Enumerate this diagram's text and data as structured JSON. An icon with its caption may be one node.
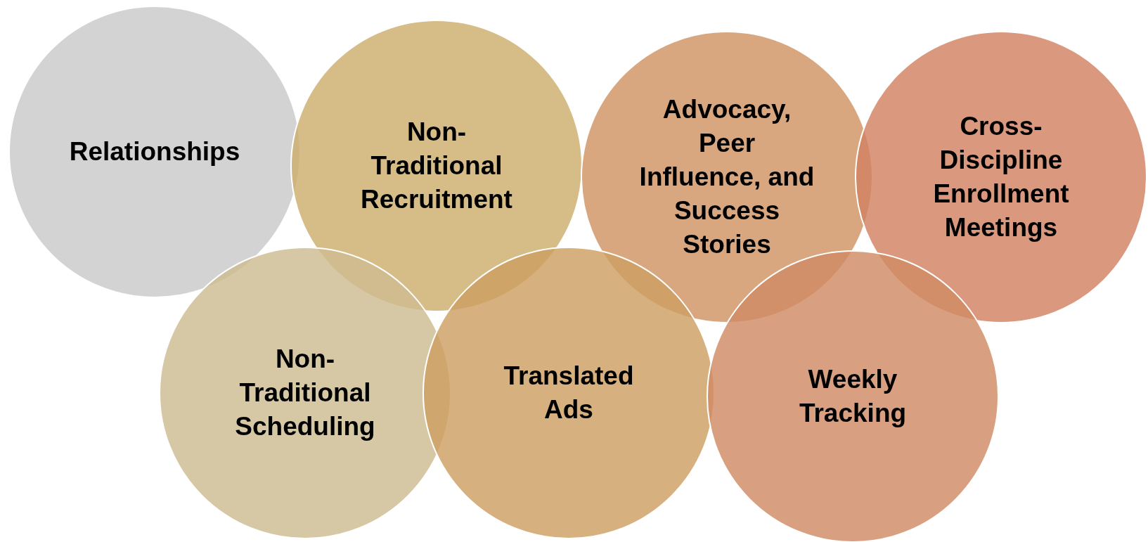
{
  "diagram": {
    "nodes": [
      {
        "text": [
          "Relationships"
        ]
      },
      {
        "text": [
          "Non-Traditional Recruitment"
        ]
      },
      {
        "text": [
          "Advocacy, Peer Influence, and Success Stories"
        ]
      },
      {
        "text": [
          "Cross-Discipline Enrollment Meetings"
        ]
      },
      {
        "text": [
          "Non-Traditional Scheduling"
        ]
      },
      {
        "text": [
          "Translated Ads"
        ]
      },
      {
        "text": [
          "Weekly Tracking"
        ]
      }
    ]
  }
}
